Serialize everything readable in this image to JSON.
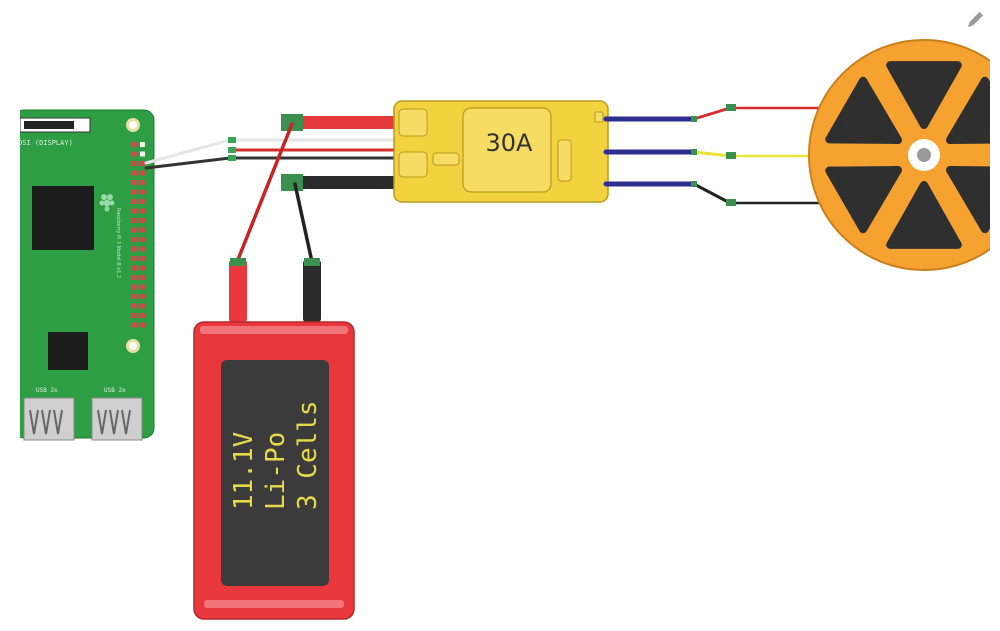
{
  "esc": {
    "rating_label": "30A"
  },
  "battery": {
    "lines": [
      "11.1V",
      "Li-Po",
      "3 Cells"
    ]
  },
  "pi": {
    "display_label": "DSI (DISPLAY)",
    "usb_labels": [
      "USB 2x",
      "USB 2x"
    ],
    "board_text": "Raspberry Pi 3 Model B v1.2"
  },
  "icons": {
    "edit": "pencil-icon"
  },
  "colors": {
    "pcb_green": "#2e9e45",
    "esc_yellow": "#f3d23f",
    "battery_red": "#e8373d",
    "battery_label": "#3b3b3b",
    "battery_text": "#e6d94a",
    "motor_orange": "#f6a230",
    "wire_red": "#d62d2d",
    "wire_black": "#222222",
    "wire_blue": "#2c2f8f",
    "wire_yellow": "#e8e43a",
    "wire_white": "#eeeeee"
  }
}
